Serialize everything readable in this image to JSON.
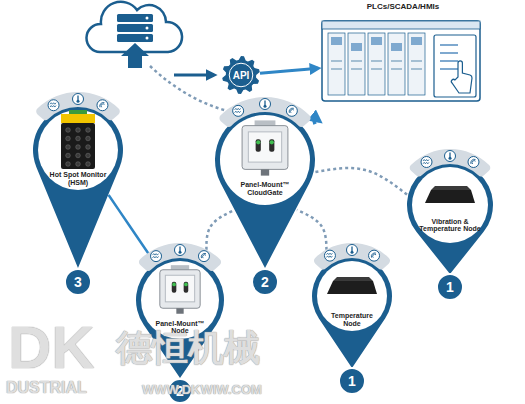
{
  "diagram": {
    "nodes": [
      {
        "text": [
          "API"
        ]
      },
      {
        "text": [
          "PLCs/SCADA/HMIs"
        ]
      },
      {
        "text": [
          "Hot Spot Monitor (HSM)"
        ]
      },
      {
        "text": [
          "Panel-Mount™ CloudGate"
        ]
      },
      {
        "text": [
          "Vibration & Temperature Node"
        ]
      },
      {
        "text": [
          "Panel-Mount™ Node"
        ]
      },
      {
        "text": [
          "Temperature Node"
        ]
      }
    ],
    "edges": [
      {
        "from": 0,
        "to": 1,
        "arrow": "to"
      },
      {
        "from": 3,
        "to": 1,
        "arrow": "to"
      },
      {
        "from": 4,
        "to": 3,
        "arrow": "none"
      },
      {
        "from": 5,
        "to": 3,
        "arrow": "none"
      },
      {
        "from": 6,
        "to": 3,
        "arrow": "none"
      },
      {
        "from": 2,
        "to": 5,
        "arrow": "none"
      }
    ],
    "labels": [
      "3",
      "2",
      "1",
      "2",
      "1",
      "DK",
      "德恒机械",
      "DUSTRIAL",
      "WWW.DKWIW.COM"
    ]
  }
}
